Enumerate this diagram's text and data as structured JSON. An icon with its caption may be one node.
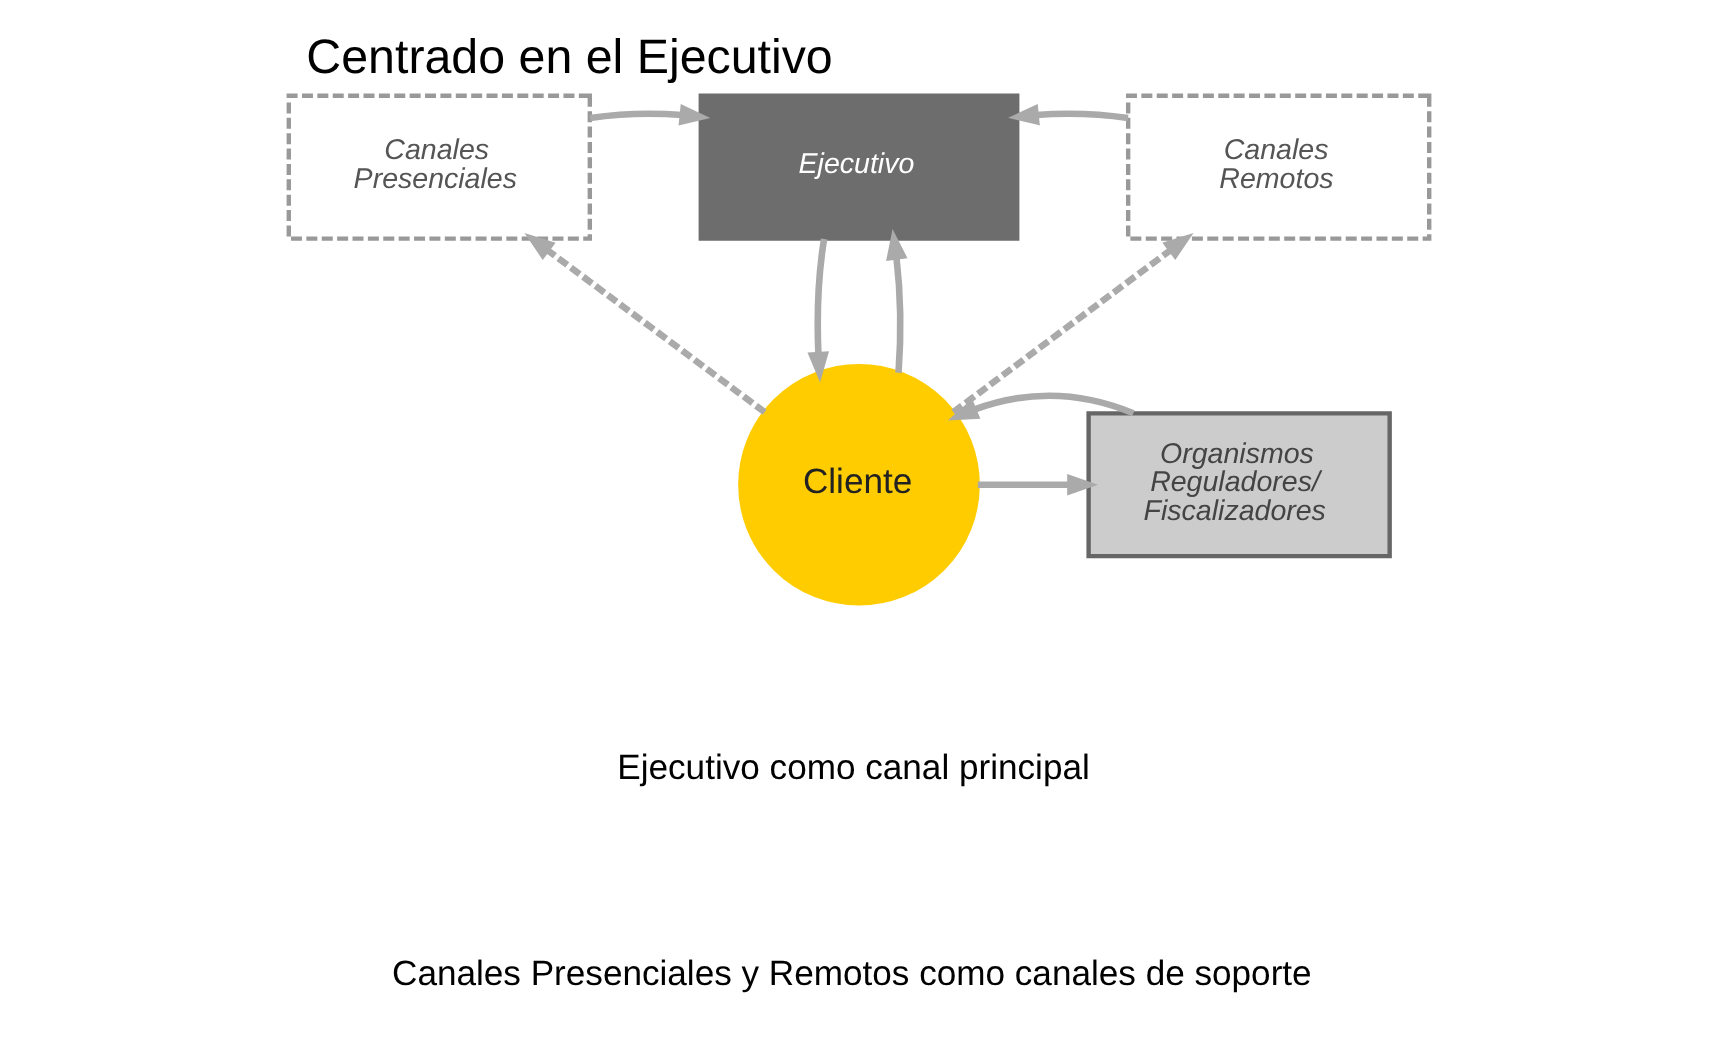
{
  "diagram": {
    "title": "Centrado en el Ejecutivo",
    "nodes": [
      {
        "text": [
          "Canales Presenciales"
        ]
      },
      {
        "text": [
          "Ejecutivo"
        ]
      },
      {
        "text": [
          "Canales Remotos"
        ]
      },
      {
        "text": [
          "Organismos Reguladores/ Fiscalizadores"
        ]
      },
      {
        "text": [
          "Cliente"
        ]
      }
    ],
    "edges": [
      {
        "from": 0,
        "to": 1,
        "arrow": "to"
      },
      {
        "from": 2,
        "to": 1,
        "arrow": "to"
      },
      {
        "from": 4,
        "to": 1,
        "arrow": "to"
      },
      {
        "from": 1,
        "to": 4,
        "arrow": "to"
      },
      {
        "from": 4,
        "to": 0,
        "arrow": "to",
        "style": "dashed"
      },
      {
        "from": 4,
        "to": 2,
        "arrow": "to",
        "style": "dashed"
      },
      {
        "from": 4,
        "to": 3,
        "arrow": "to"
      },
      {
        "from": 3,
        "to": 4,
        "arrow": "to"
      }
    ],
    "labels": [
      "Ejecutivo como canal principal",
      "Canales Presenciales y Remotos como canales de soporte"
    ]
  }
}
